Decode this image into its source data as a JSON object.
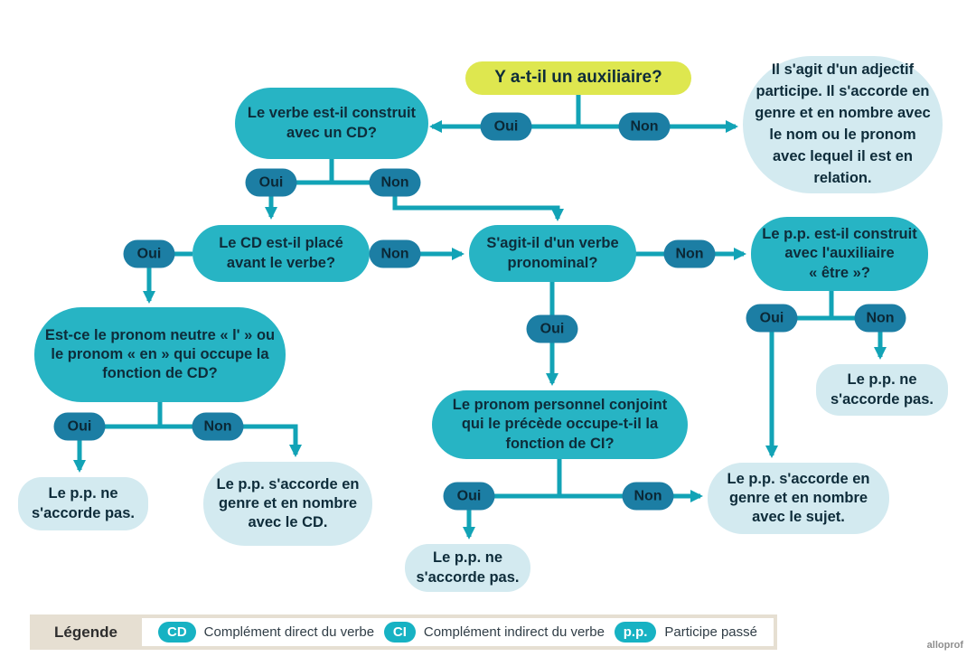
{
  "root_question": "Y a-t-il un auxiliaire?",
  "answers": {
    "yes": "Oui",
    "no": "Non"
  },
  "nodes": {
    "adjectif": "Il s'agit d'un adjectif participe. Il s'accorde en genre et en nombre avec le nom ou le pronom avec lequel il est en relation.",
    "verbe_cd": "Le verbe est-il construit avec un CD?",
    "cd_place": "Le CD est-il placé avant le verbe?",
    "pronominal": "S'agit-il d'un verbe pronominal?",
    "pp_etre": "Le p.p. est-il construit avec l'auxiliaire « être »?",
    "pronom_neutre": "Est-ce le pronom neutre « l' » ou le pronom « en » qui occupe la fonction de CD?",
    "ci": "Le pronom personnel conjoint qui le précède occupe-t-il la fonction de CI?",
    "ne_accord_1": "Le p.p. ne s'accorde pas.",
    "accord_cd": "Le p.p. s'accorde en genre et en nombre avec le CD.",
    "ne_accord_2": "Le p.p. ne s'accorde pas.",
    "ne_accord_3": "Le p.p. ne s'accorde pas.",
    "accord_sujet": "Le p.p. s'accorde en genre et en nombre avec le sujet."
  },
  "legend": {
    "title": "Légende",
    "items": [
      {
        "abbr": "CD",
        "label": "Complément direct du verbe"
      },
      {
        "abbr": "CI",
        "label": "Complément indirect du verbe"
      },
      {
        "abbr": "p.p.",
        "label": "Participe passé"
      }
    ]
  },
  "watermark": "alloprof",
  "colors": {
    "root_fill": "#dee74f",
    "question_fill": "#27b4c4",
    "pill_fill": "#1c7ea4",
    "result_fill": "#d3eaf0",
    "line": "#12a3b6",
    "text": "#0e2c3a",
    "legend_bg": "#e6dfd2"
  }
}
